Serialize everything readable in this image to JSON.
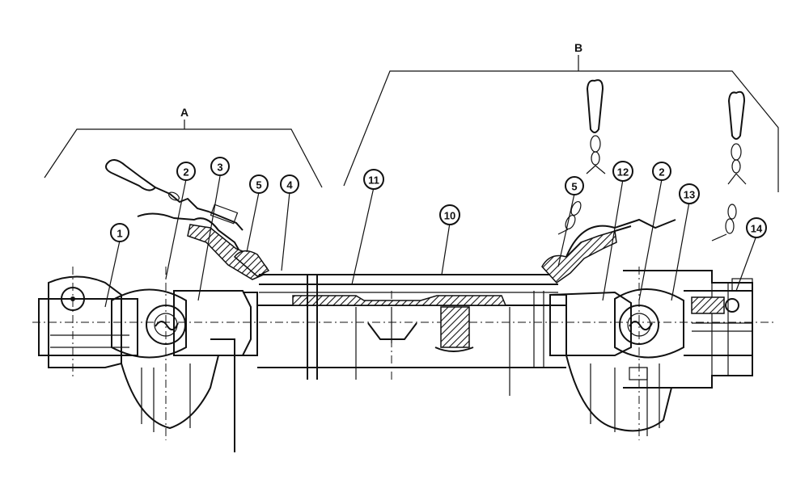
{
  "groups": {
    "a": "A",
    "b": "B"
  },
  "callouts": {
    "c1": "1",
    "c2_left": "2",
    "c3": "3",
    "c4": "4",
    "c5_left": "5",
    "c10": "10",
    "c11": "11",
    "c5_right": "5",
    "c12": "12",
    "c2_right": "2",
    "c13": "13",
    "c14": "14"
  }
}
